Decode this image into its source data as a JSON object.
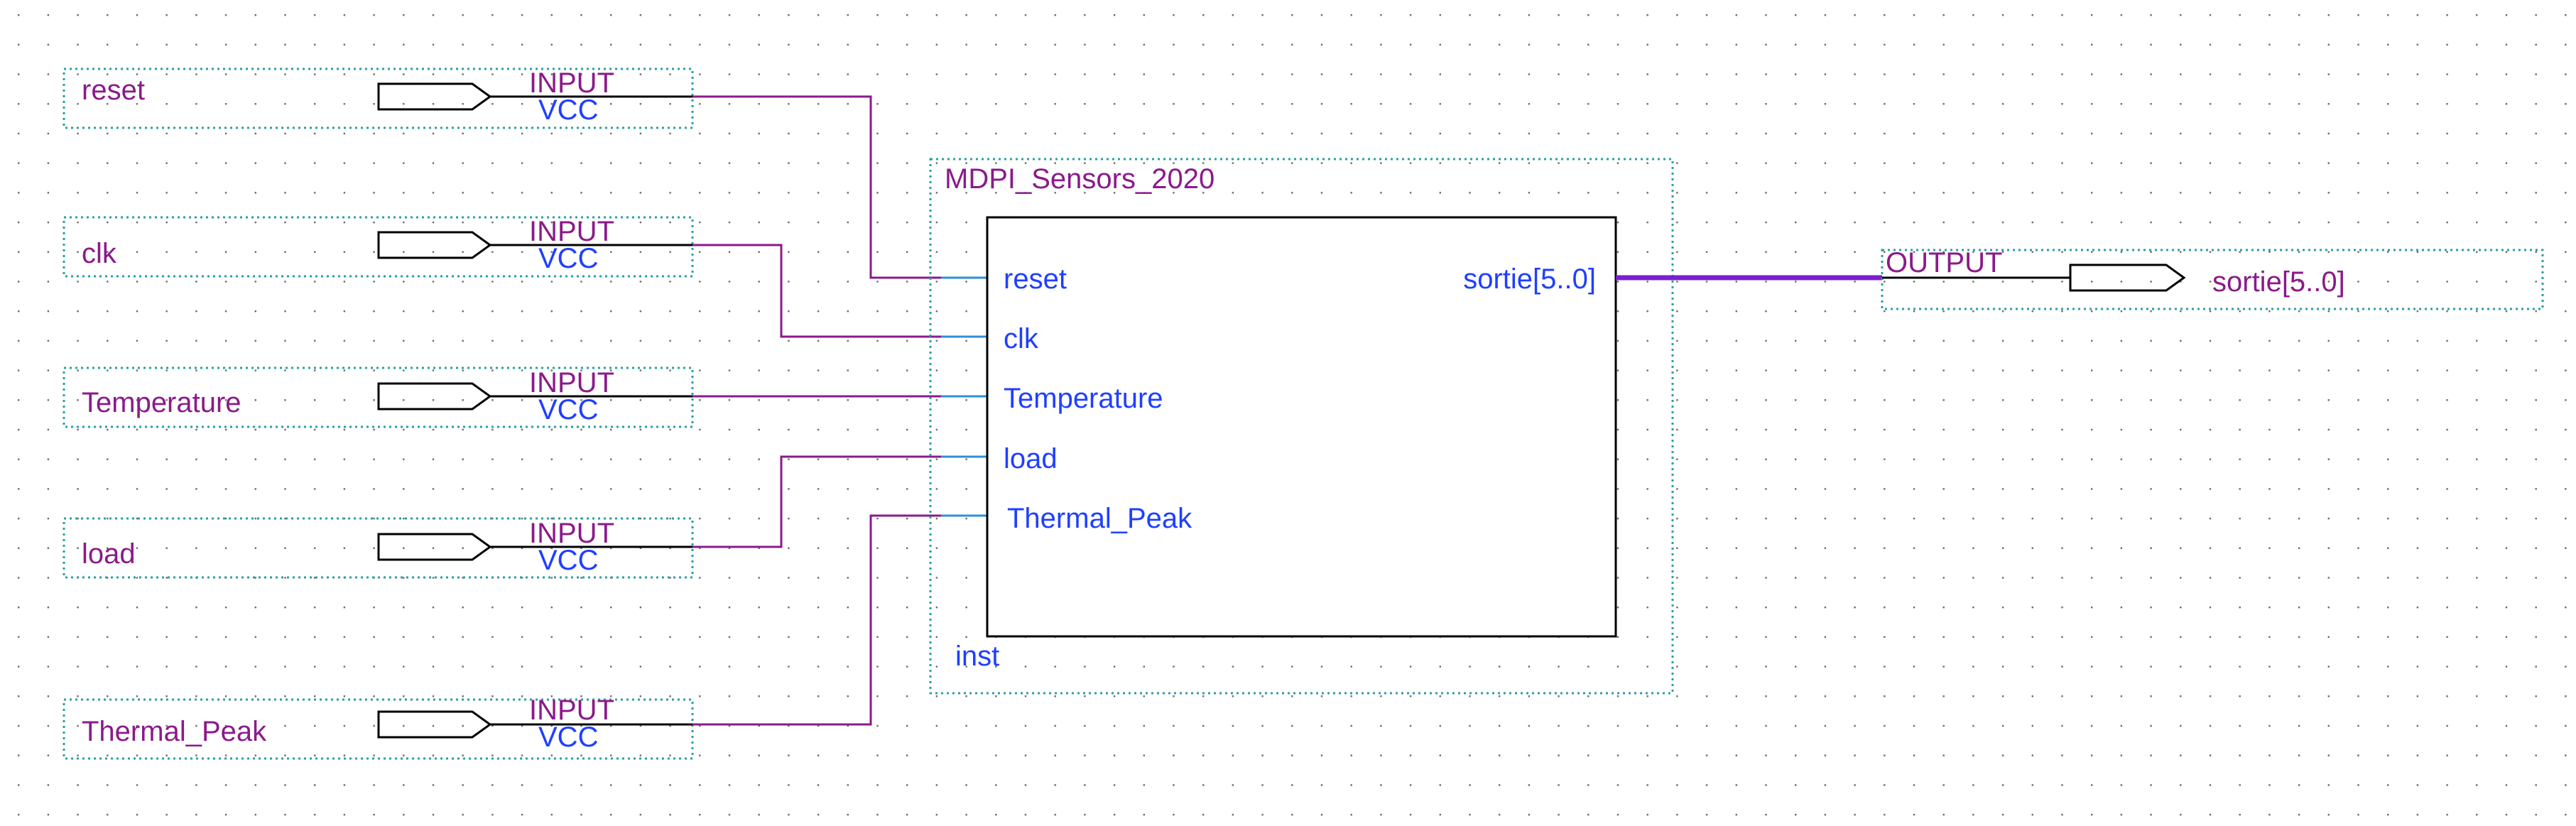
{
  "colors": {
    "background": "#ffffff",
    "grid_dot": "#6b6b6b",
    "dotted_frame": "#2aa0a0",
    "pin_name": "#8b1a8b",
    "pin_type": "#8b1a8b",
    "pin_vcc": "#1f3fff",
    "port_label": "#1f3fff",
    "instance_text": "#8b1a8b",
    "wire": "#8b1a8b",
    "port_stub": "#2f8fd8",
    "bus": "#7a1fcf",
    "block_border": "#000000",
    "pin_shape": "#000000"
  },
  "input_pins": [
    {
      "name": "reset",
      "type_label": "INPUT",
      "default_label": "VCC"
    },
    {
      "name": "clk",
      "type_label": "INPUT",
      "default_label": "VCC"
    },
    {
      "name": "Temperature",
      "type_label": "INPUT",
      "default_label": "VCC"
    },
    {
      "name": "load",
      "type_label": "INPUT",
      "default_label": "VCC"
    },
    {
      "name": "Thermal_Peak",
      "type_label": "INPUT",
      "default_label": "VCC"
    }
  ],
  "block": {
    "title": "MDPI_Sensors_2020",
    "instance": "inst",
    "input_ports": [
      "reset",
      "clk",
      "Temperature",
      "load",
      "Thermal_Peak"
    ],
    "output_port": "sortie[5..0]"
  },
  "output_pin": {
    "name": "sortie[5..0]",
    "type_label": "OUTPUT"
  }
}
